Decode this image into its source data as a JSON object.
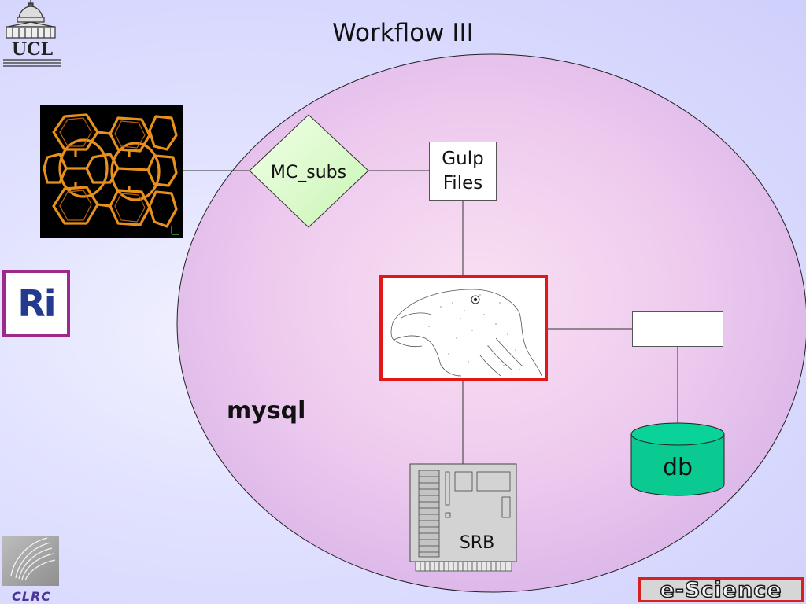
{
  "slide": {
    "title": "Workflow III"
  },
  "diagram": {
    "region_label": "mysql",
    "decision_node": "MC_subs",
    "files_node": [
      "Gulp",
      "Files"
    ],
    "database_node": "db",
    "server_node": "SRB"
  },
  "logos": {
    "top_left": "UCL",
    "left": "Ri",
    "bottom_left": "CLRC",
    "bottom_right": "e-Science"
  },
  "colors": {
    "ellipse_fill": "#e9c8ee",
    "decision_fill": "#d6fbc6",
    "database_fill": "#0aca91",
    "highlight_border": "#e01818",
    "structure_color": "#e8901e"
  },
  "icons": {
    "structure_image": "zeolite-framework-image",
    "bird_image": "vulture-sketch-image",
    "server_image": "server-board-icon"
  }
}
